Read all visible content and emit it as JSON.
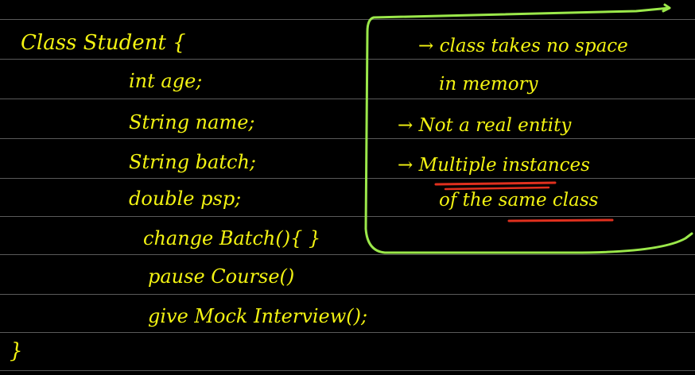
{
  "colors": {
    "background": "#000000",
    "rule_line": "#5a5a5a",
    "ink_yellow": "#f3f312",
    "box_green": "#9be84a",
    "underline_red": "#e0301e"
  },
  "code_lines": [
    "Class Student {",
    "int age;",
    "String name;",
    "String batch;",
    "double psp;",
    "change Batch(){ }",
    "pause Course()",
    "give Mock Interview();",
    "}"
  ],
  "notes": [
    "→ class takes no space",
    "in memory",
    "→ Not a real entity",
    "→ Multiple instances",
    "of the same class"
  ]
}
